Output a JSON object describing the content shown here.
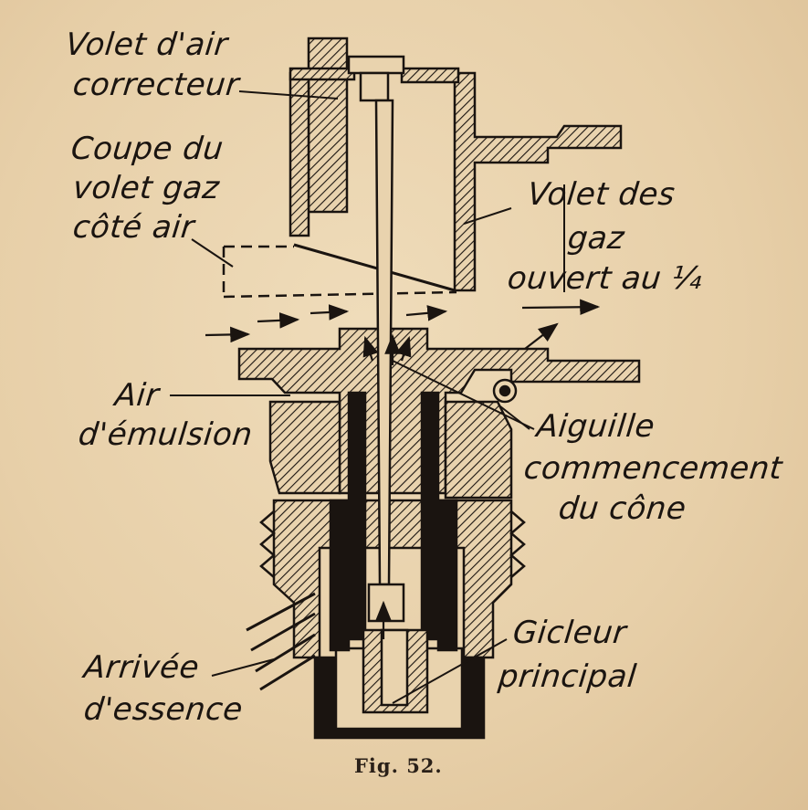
{
  "labels": {
    "volet_air_1": "Volet d'air",
    "volet_air_2": "correcteur",
    "coupe_1": "Coupe du",
    "coupe_2": "volet gaz",
    "coupe_3": "côté air",
    "volet_gaz_1": "Volet des",
    "volet_gaz_2": "gaz",
    "volet_gaz_3": "ouvert au ¼",
    "air_1": "Air",
    "air_2": "d'émulsion",
    "aiguille_1": "Aiguille",
    "aiguille_2": "commencement",
    "aiguille_3": "du cône",
    "arrivee_1": "Arrivée",
    "arrivee_2": "d'essence",
    "gicleur_1": "Gicleur",
    "gicleur_2": "principal"
  },
  "caption": "Fig. 52.",
  "colors": {
    "paper": "#e9d3ae",
    "ink": "#1a1410"
  }
}
